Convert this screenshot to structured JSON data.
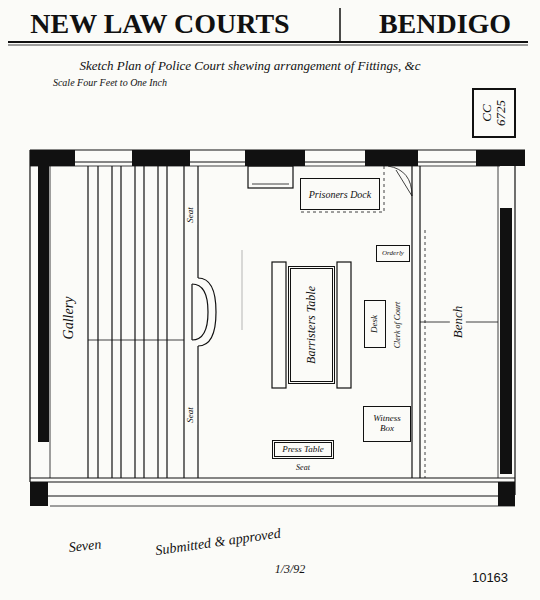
{
  "diagram": {
    "title": "NEW LAW COURTS",
    "nodes": [
      {
        "text": [
          "CC 6725"
        ]
      },
      {
        "text": [
          "Prisoners Dock"
        ]
      },
      {
        "text": [
          "Orderly"
        ]
      },
      {
        "text": [
          "Barristers Table"
        ]
      },
      {
        "text": [
          "Desk"
        ]
      },
      {
        "text": [
          "Witness Box"
        ]
      },
      {
        "text": [
          "Press Table"
        ]
      }
    ],
    "labels": [
      "BENDIGO",
      "Sketch Plan of Police Court shewing arrangement of Fittings, &c",
      "Scale Four Feet to One Inch",
      "Gallery",
      "Seat",
      "Seat",
      "Clerk of Court",
      "Bench",
      "Seat",
      "Seven",
      "Submitted & approved",
      "1/3/92",
      "10163"
    ]
  }
}
